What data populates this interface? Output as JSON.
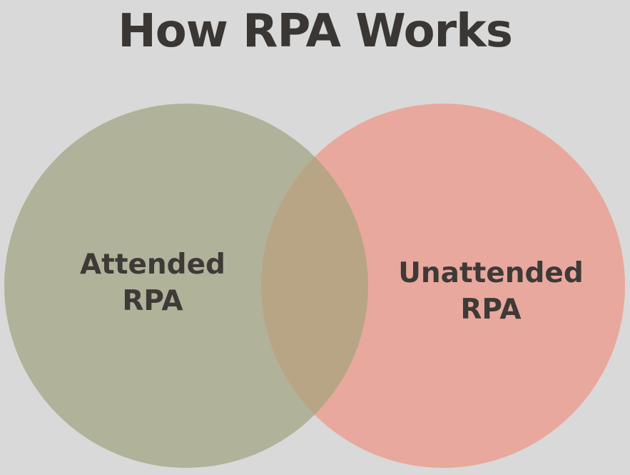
{
  "title": "How RPA Works",
  "diagram": {
    "sets": [
      {
        "label": "Attended\nRPA",
        "color": "#b1b29a"
      },
      {
        "label": "Unattended\nRPA",
        "color": "#e9a89d"
      }
    ],
    "overlap_color": "#b7a586",
    "background": "#d9d9d9"
  }
}
